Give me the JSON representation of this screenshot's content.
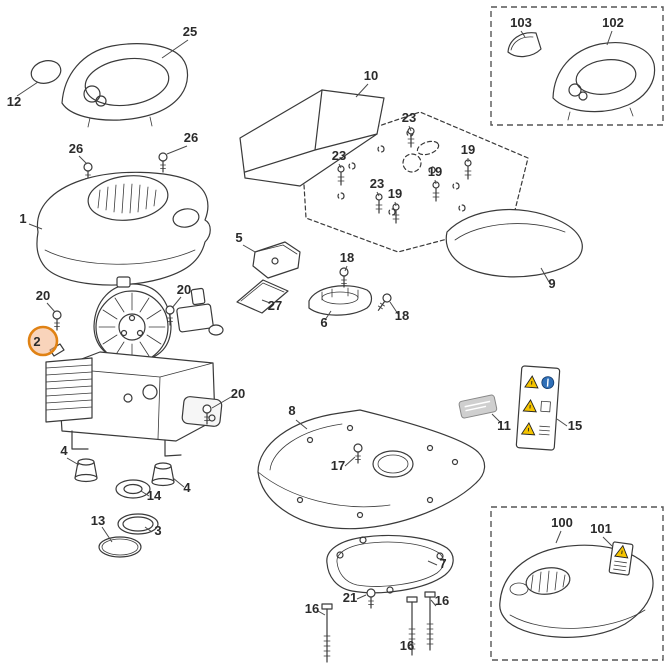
{
  "meta": {
    "background": "#ffffff",
    "line_color": "#3a3a3a",
    "label_color": "#2b2b2b",
    "highlight_stroke": "#E08214",
    "highlight_fill": "#F4B183",
    "warning_yellow": "#F5C400",
    "warning_blue": "#2F6FB7",
    "sticker_gray": "#cfcfcf"
  },
  "selection": {
    "selected_part": "2",
    "marker": "orange-circle"
  },
  "insets": {
    "top_right": {
      "parts": [
        "103",
        "102"
      ]
    },
    "bottom_right": {
      "parts": [
        "100",
        "101"
      ]
    }
  },
  "icons": [
    "warning-triangle-icon",
    "mandatory-blue-circle-icon",
    "read-manual-icon"
  ],
  "callouts": [
    {
      "text": "25"
    },
    {
      "text": "12"
    },
    {
      "text": "26"
    },
    {
      "text": "26"
    },
    {
      "text": "1"
    },
    {
      "text": "103"
    },
    {
      "text": "102"
    },
    {
      "text": "10"
    },
    {
      "text": "23"
    },
    {
      "text": "23"
    },
    {
      "text": "23"
    },
    {
      "text": "19"
    },
    {
      "text": "19"
    },
    {
      "text": "19"
    },
    {
      "text": "5"
    },
    {
      "text": "18"
    },
    {
      "text": "27"
    },
    {
      "text": "6"
    },
    {
      "text": "18"
    },
    {
      "text": "9"
    },
    {
      "text": "20"
    },
    {
      "text": "20"
    },
    {
      "text": "2"
    },
    {
      "text": "20"
    },
    {
      "text": "11"
    },
    {
      "text": "15"
    },
    {
      "text": "8"
    },
    {
      "text": "17"
    },
    {
      "text": "4"
    },
    {
      "text": "4"
    },
    {
      "text": "14"
    },
    {
      "text": "13"
    },
    {
      "text": "3"
    },
    {
      "text": "7"
    },
    {
      "text": "100"
    },
    {
      "text": "101"
    },
    {
      "text": "21"
    },
    {
      "text": "16"
    },
    {
      "text": "16"
    },
    {
      "text": "16"
    }
  ]
}
